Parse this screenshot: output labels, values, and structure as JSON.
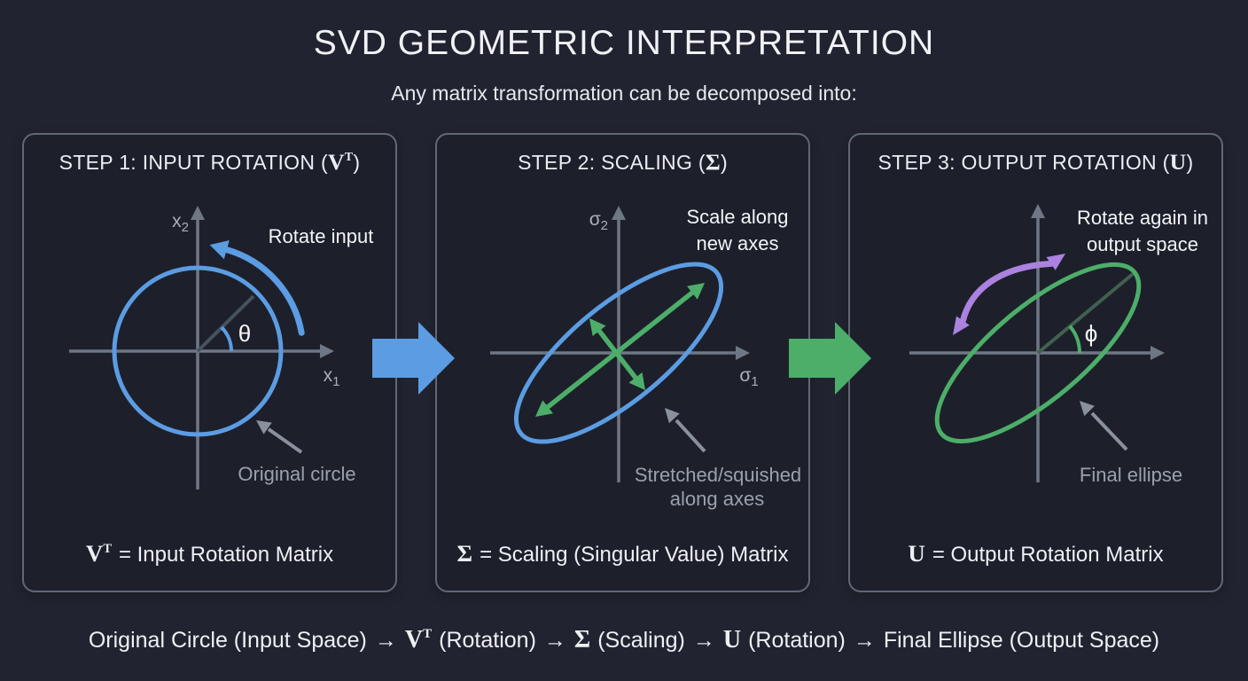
{
  "title": "SVD GEOMETRIC INTERPRETATION",
  "subtitle": "Any matrix transformation can be decomposed into:",
  "colors": {
    "background": "#212430",
    "panel_background": "#1d202a",
    "panel_border": "#606876",
    "blue": "#5b9ce3",
    "green": "#4cae69",
    "purple": "#ab82e0",
    "axis_gray": "#6f7785",
    "annotation_gray": "#8a919d",
    "muted_text": "#99a1ad",
    "white_text": "#f1f2f6"
  },
  "panels": [
    {
      "header": {
        "prefix": "STEP 1: INPUT ROTATION (",
        "symbol": "V",
        "sup": "T",
        "suffix": ")"
      },
      "labels": {
        "y_label": "x",
        "y_sub": "2",
        "x_label": "x",
        "x_sub": "1",
        "action": "Rotate input",
        "angle": "θ",
        "annotation": "Original circle"
      },
      "formula": {
        "symbol": "V",
        "sup": "T",
        "rest": "= Input Rotation Matrix"
      }
    },
    {
      "header": {
        "prefix": "STEP 2: SCALING (",
        "symbol": "Σ",
        "suffix": ")"
      },
      "labels": {
        "y_label": "σ",
        "y_sub": "2",
        "x_label": "σ",
        "x_sub": "1",
        "action_line1": "Scale along",
        "action_line2": "new axes",
        "annotation_line1": "Stretched/squished",
        "annotation_line2": "along axes"
      },
      "formula": {
        "symbol": "Σ",
        "rest": "= Scaling (Singular Value) Matrix"
      }
    },
    {
      "header": {
        "prefix": "STEP 3: OUTPUT ROTATION (",
        "symbol": "U",
        "suffix": ")"
      },
      "labels": {
        "action_line1": "Rotate again in",
        "action_line2": "output space",
        "angle": "ϕ",
        "annotation": "Final ellipse"
      },
      "formula": {
        "symbol": "U",
        "rest": "= Output Rotation Matrix"
      }
    }
  ],
  "flow": {
    "t1": "Original Circle (Input Space)",
    "arrow": "→",
    "m1": "V",
    "m1_sup": "T",
    "t2": "(Rotation)",
    "m2": "Σ",
    "t3": "(Scaling)",
    "m3": "U",
    "t4": "(Rotation)",
    "t5": "Final Ellipse (Output Space)"
  }
}
